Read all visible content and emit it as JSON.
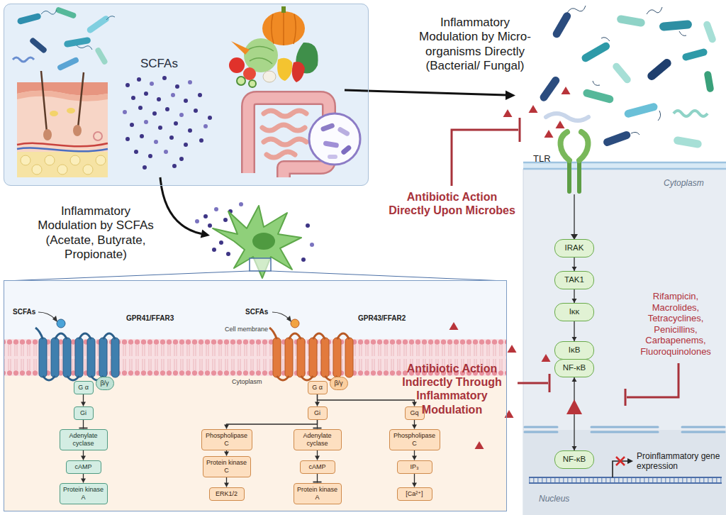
{
  "diagram": {
    "nodes": [
      {
        "text": [
          "SCFAs"
        ]
      },
      {
        "text": [
          "Cell membrane",
          "Cytoplasm"
        ]
      },
      {
        "text": [
          "G α"
        ],
        "in": 1
      },
      {
        "text": [
          "β/γ"
        ],
        "in": 1
      },
      {
        "text": [
          "Gi"
        ],
        "in": 1
      },
      {
        "text": [
          "Adenylate cyclase"
        ],
        "in": 1
      },
      {
        "text": [
          "cAMP"
        ],
        "in": 1
      },
      {
        "text": [
          "Protein kinase A"
        ],
        "in": 1
      },
      {
        "text": [
          "G α"
        ],
        "in": 1
      },
      {
        "text": [
          "β/γ"
        ],
        "in": 1
      },
      {
        "text": [
          "Gi"
        ],
        "in": 1
      },
      {
        "text": [
          "Gq"
        ],
        "in": 1
      },
      {
        "text": [
          "Phospholipase C"
        ],
        "in": 1
      },
      {
        "text": [
          "Protein kinase C"
        ],
        "in": 1
      },
      {
        "text": [
          "ERK1/2"
        ],
        "in": 1
      },
      {
        "text": [
          "Adenylate cyclase"
        ],
        "in": 1
      },
      {
        "text": [
          "cAMP"
        ],
        "in": 1
      },
      {
        "text": [
          "Protein kinase A"
        ],
        "in": 1
      },
      {
        "text": [
          "Phospholipase C"
        ],
        "in": 1
      },
      {
        "text": [
          "IP₃"
        ],
        "in": 1
      },
      {
        "text": [
          "[Ca²⁺]"
        ],
        "in": 1
      },
      {
        "text": [
          "Cytoplasm"
        ]
      },
      {
        "text": [
          "IRAK"
        ],
        "in": 21
      },
      {
        "text": [
          "TAK1"
        ],
        "in": 21
      },
      {
        "text": [
          "Iκκ"
        ],
        "in": 21
      },
      {
        "text": [
          "IκB"
        ],
        "in": 21
      },
      {
        "text": [
          "NF-κB"
        ],
        "in": 21
      },
      {
        "text": [
          "Nucleus"
        ],
        "in": 21
      },
      {
        "text": [
          "NF-κB"
        ],
        "in": 27
      }
    ],
    "edges": [
      {
        "from": 2,
        "to": 4,
        "arrow": "to"
      },
      {
        "from": 4,
        "to": 5,
        "arrow": "to"
      },
      {
        "from": 5,
        "to": 6,
        "arrow": "to"
      },
      {
        "from": 6,
        "to": 7,
        "arrow": "to"
      },
      {
        "from": 8,
        "to": 10,
        "arrow": "to"
      },
      {
        "from": 8,
        "to": 11,
        "arrow": "to"
      },
      {
        "from": 10,
        "to": 12,
        "arrow": "to"
      },
      {
        "from": 10,
        "to": 15,
        "arrow": "to"
      },
      {
        "from": 12,
        "to": 13,
        "arrow": "to"
      },
      {
        "from": 13,
        "to": 14,
        "arrow": "to"
      },
      {
        "from": 15,
        "to": 16,
        "arrow": "to"
      },
      {
        "from": 16,
        "to": 17,
        "arrow": "to"
      },
      {
        "from": 11,
        "to": 18,
        "arrow": "to"
      },
      {
        "from": 18,
        "to": 19,
        "arrow": "to"
      },
      {
        "from": 19,
        "to": 20,
        "arrow": "to"
      },
      {
        "from": 22,
        "to": 23,
        "arrow": "to"
      },
      {
        "from": 23,
        "to": 24,
        "arrow": "to"
      },
      {
        "from": 24,
        "to": 25,
        "arrow": "to"
      },
      {
        "from": 26,
        "to": 28,
        "arrow": "both"
      }
    ],
    "labels": [
      "Inflammatory Modulation by Micro- organisms Directly (Bacterial/ Fungal)",
      "Inflammatory Modulation by SCFAs (Acetate, Butyrate, Propionate)",
      "SCFAs",
      "GPR41/FFAR3",
      "SCFAs",
      "GPR43/FFAR2",
      "TLR",
      "Antibiotic Action Directly Upon Microbes",
      "Antibiotic Action Indirectly Through Inflammatory Modulation",
      "Rifampicin, Macrolides, Tetracyclines, Penicillins, Carbapenems, Fluoroquinolones",
      "Proinflammatory gene expression"
    ]
  }
}
